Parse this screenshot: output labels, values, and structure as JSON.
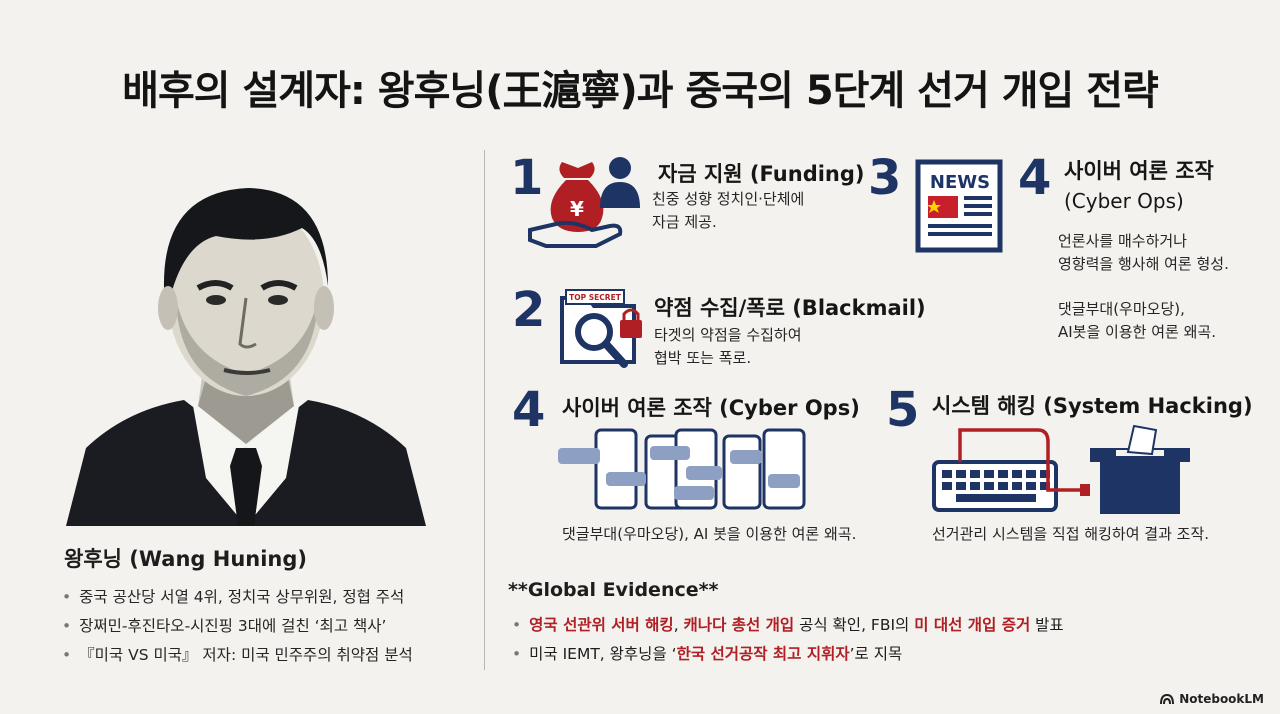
{
  "title": "배후의 설계자: 왕후닝(王滬寧)과 중국의 5단계 선거 개입 전략",
  "person": {
    "name": "왕후닝 (Wang Huning)",
    "bio": [
      "중국 공산당 서열 4위, 정치국 상무위원, 정협 주석",
      "장쩌민-후진타오-시진핑 3대에 걸친 ‘최고 책사’",
      "『미국 VS 미국』 저자: 미국 민주주의 취약점 분석"
    ]
  },
  "steps": {
    "s1": {
      "num": "1",
      "title": "자금 지원 (Funding)",
      "desc1": "친중 성향 정치인·단체에",
      "desc2": "자금 제공.",
      "icon": "money-bag-hand-icon"
    },
    "s2": {
      "num": "2",
      "title": "약점 수집/폭로 (Blackmail)",
      "desc1": "타겟의 약점을 수집하여",
      "desc2": "협박 또는 폭로.",
      "icon_label": "TOP SECRET"
    },
    "s3": {
      "num": "3",
      "icon_label": "NEWS",
      "icon": "newspaper-icon"
    },
    "s4a": {
      "num": "4",
      "title1": "사이버 여론 조작",
      "title2": "(Cyber Ops)",
      "desc1": "언론사를 매수하거나",
      "desc2": "영향력을 행사해 여론 형성.",
      "desc3": "댓글부대(우마오당),",
      "desc4": "AI봇을 이용한 여론 왜곡."
    },
    "s4b": {
      "num": "4",
      "title": "사이버 여론 조작 (Cyber Ops)",
      "desc": "댓글부대(우마오당), AI 봇을 이용한 여론 왜곡."
    },
    "s5": {
      "num": "5",
      "title": "시스템 해킹 (System Hacking)",
      "desc": "선거관리 시스템을 직접 해킹하여 결과 조작."
    }
  },
  "evidence": {
    "title": "**Global Evidence**",
    "line1": {
      "a": "영국 선관위 서버 해킹",
      "b": ", ",
      "c": "캐나다 총선 개입",
      "d": " 공식 확인, FBI의 ",
      "e": "미 대선 개입 증거",
      "f": " 발표"
    },
    "line2": {
      "a": "미국 IEMT, 왕후닝을 ‘",
      "b": "한국 선거공작 최고 지휘자",
      "c": "’로 지목"
    }
  },
  "brand": "NotebookLM",
  "colors": {
    "navy": "#1e3465",
    "red": "#b01f24",
    "background": "#f3f2ee"
  }
}
